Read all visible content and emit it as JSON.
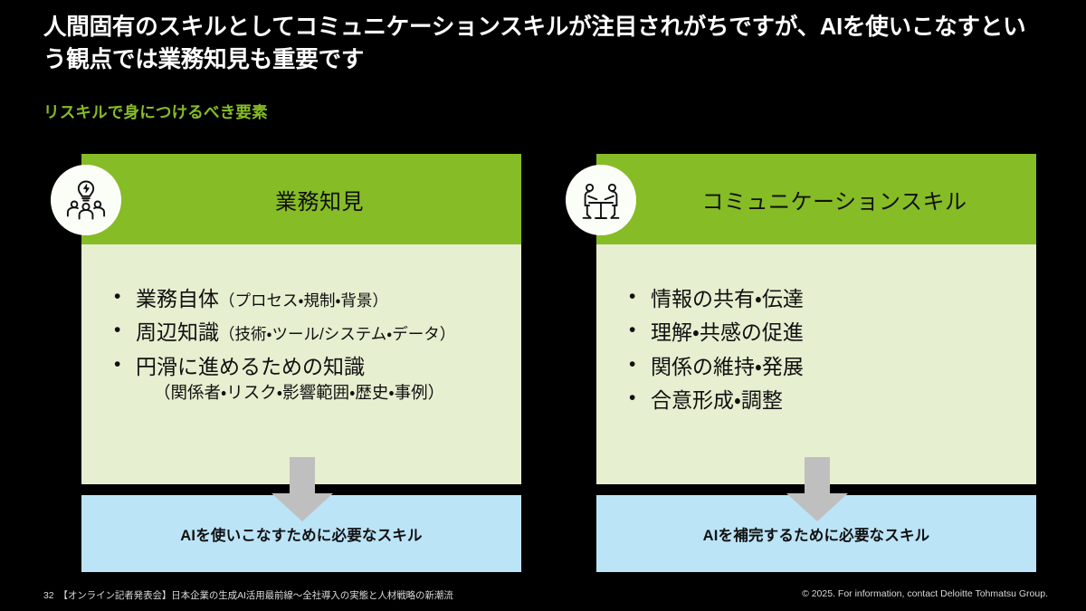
{
  "slide": {
    "title": "人間固有のスキルとしてコミュニケーションスキルが注目されがちですが、AIを使いこなすという観点では業務知見も重要です",
    "subtitle": "リスキルで身につけるべき要素",
    "background_color": "#000000",
    "accent_green": "#86bc25",
    "body_green": "#e6efd0",
    "footer_blue": "#bce4f7",
    "arrow_gray": "#bfbfbf"
  },
  "cards": [
    {
      "id": "business-knowledge",
      "icon_name": "lightbulb-people-icon",
      "header": "業務知見",
      "bullets": [
        {
          "main": "業務自体",
          "paren": "（プロセス・規制・背景）",
          "sub": ""
        },
        {
          "main": "周辺知識",
          "paren": "（技術・ツール/システム・データ）",
          "sub": ""
        },
        {
          "main": "円滑に進めるための知識",
          "paren": "",
          "sub": "（関係者・リスク・影響範囲・歴史・事例）"
        }
      ],
      "arrow_name": "down-arrow-icon",
      "footer_label": "AIを使いこなすために必要なスキル"
    },
    {
      "id": "communication-skill",
      "icon_name": "two-people-meeting-icon",
      "header": "コミュニケーションスキル",
      "bullets": [
        {
          "main": "情報の共有・伝達",
          "paren": "",
          "sub": ""
        },
        {
          "main": "理解・共感の促進",
          "paren": "",
          "sub": ""
        },
        {
          "main": "関係の維持・発展",
          "paren": "",
          "sub": ""
        },
        {
          "main": "合意形成・調整",
          "paren": "",
          "sub": ""
        }
      ],
      "arrow_name": "down-arrow-icon",
      "footer_label": "AIを補完するために必要なスキル"
    }
  ],
  "footer": {
    "page_number": "32",
    "deck_title": "【オンライン記者発表会】日本企業の生成AI活用最前線～全社導入の実態と人材戦略の新潮流",
    "copyright": "© 2025. For information, contact Deloitte Tohmatsu Group."
  }
}
